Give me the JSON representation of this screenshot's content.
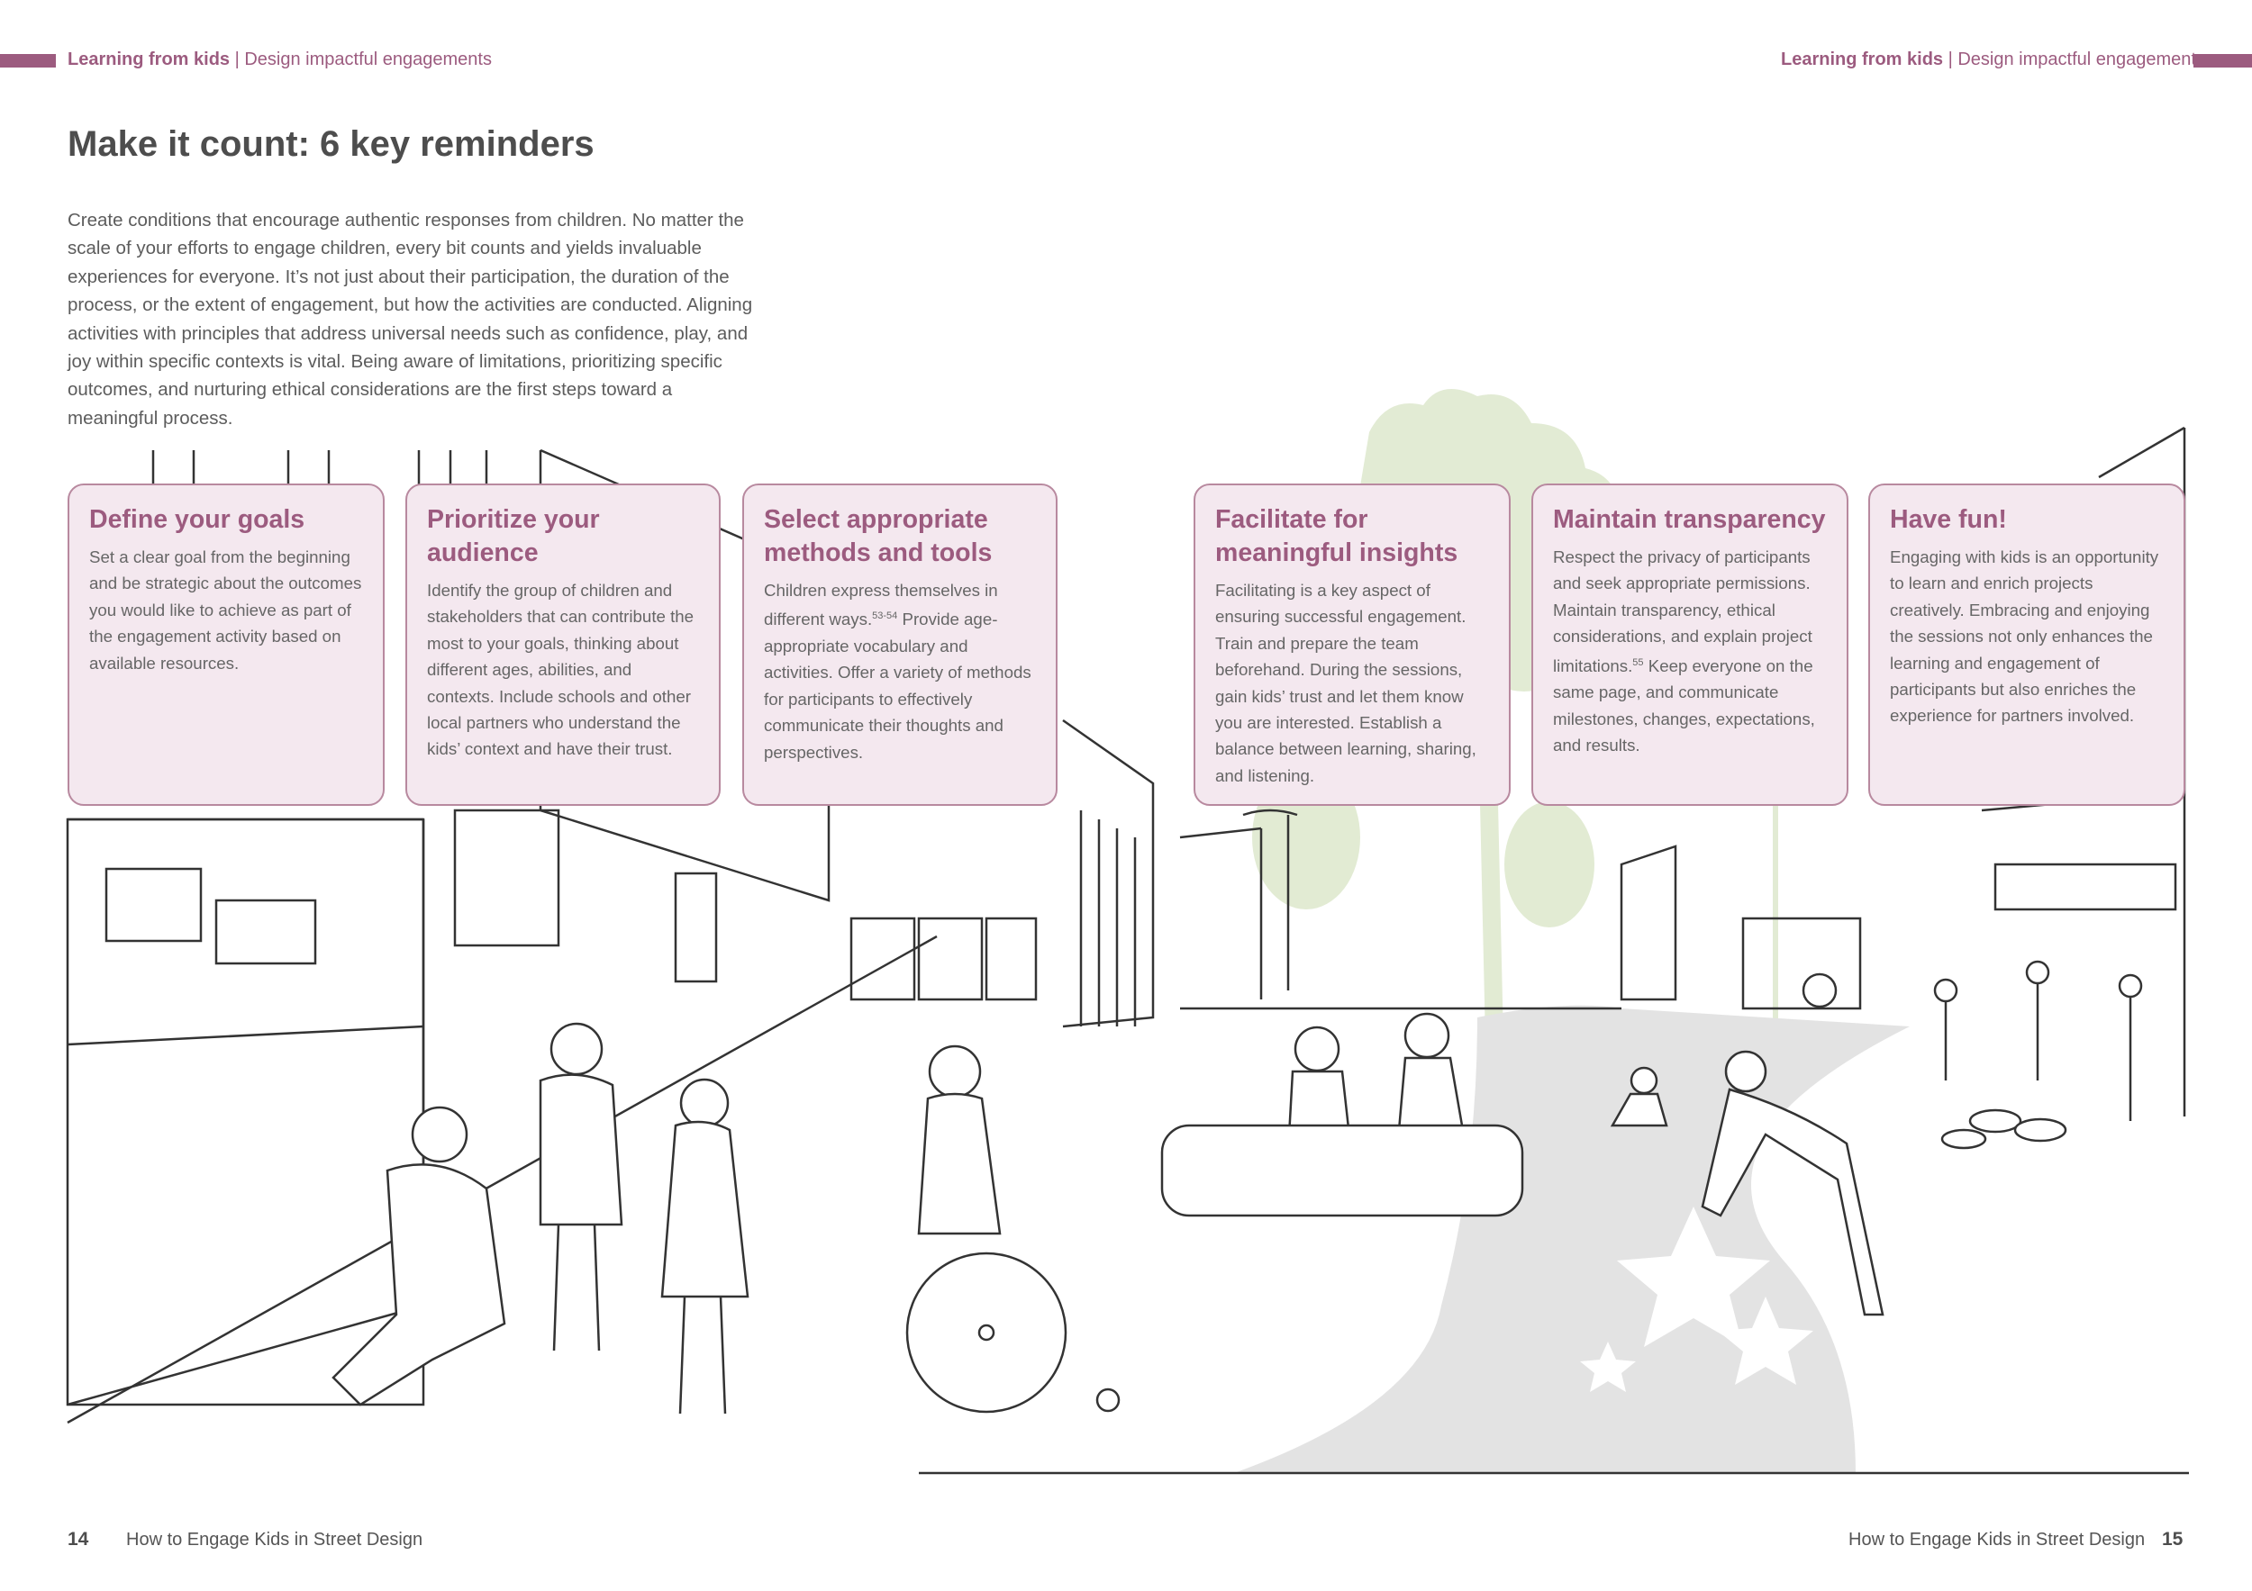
{
  "header": {
    "left": {
      "bold": "Learning from kids",
      "separator": " | ",
      "rest": "Design impactful engagements"
    },
    "right": {
      "bold": "Learning from kids",
      "separator": " | ",
      "rest": "Design impactful engagements"
    }
  },
  "page_title": "Make it count: 6 key reminders",
  "intro": "Create conditions that encourage authentic responses from children. No matter the scale of your efforts to engage children, every bit counts and yields invaluable experiences for everyone. It’s not just about their participation, the duration of the process, or the extent of engagement, but how the activities are conducted. Aligning activities with principles that address universal needs such as confidence, play, and joy within specific contexts is vital. Being aware of limitations, prioritizing specific outcomes, and nurturing ethical considerations are the first steps toward a meaningful process.",
  "cards": [
    {
      "title": "Define your goals",
      "body": "Set a clear goal from the beginning and be strategic about the outcomes you would like to achieve as part of the engagement activity based on available resources."
    },
    {
      "title": "Prioritize your audience",
      "body": "Identify the group of children and stakeholders that can contribute the most to your goals, thinking about different ages, abilities, and contexts. Include schools and other local partners who understand the kids’ context and have their trust."
    },
    {
      "title": "Select appropriate methods and tools",
      "body_a": "Children express themselves in different ways.",
      "sup": "53-54",
      "body_b": " Provide age-appropriate vocabulary and activities. Offer a variety of methods for participants to effectively communicate their thoughts and perspectives."
    },
    {
      "title": "Facilitate for meaningful insights",
      "body": "Facilitating is a key aspect of ensuring successful engagement. Train and prepare the team beforehand. During the sessions, gain kids’ trust and let them know you are interested. Establish a balance between learning, sharing, and listening."
    },
    {
      "title": "Maintain transparency",
      "body_a": "Respect the privacy of participants and seek appropriate permissions. Maintain transparency, ethical considerations, and explain project limitations.",
      "sup": "55",
      "body_b": " Keep everyone on the same page, and communicate milestones, changes, expectations, and results."
    },
    {
      "title": "Have fun!",
      "body": "Engaging with kids is an opportunity to learn and enrich projects creatively. Embracing and enjoying the sessions not only enhances the learning and engagement of participants but also enriches the experience for partners involved."
    }
  ],
  "footer": {
    "left_page": "14",
    "left_text": "How to Engage Kids in Street Design",
    "right_text": "How to Engage Kids in Street Design",
    "right_page": "15"
  },
  "illustration": {
    "icon": "street-scene-illustration",
    "colors": {
      "line": "#333333",
      "tree": "#dfe9cf",
      "path": "#e3e3e3",
      "accent": "#9c5b7f",
      "card_bg": "#f4e8ef"
    }
  }
}
